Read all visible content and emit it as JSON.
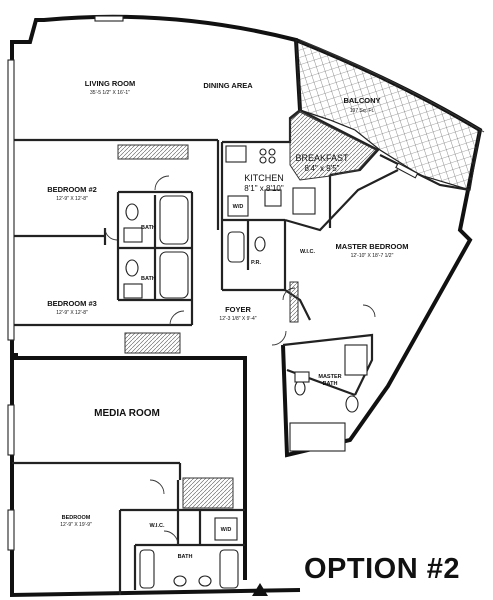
{
  "plan": {
    "living_room": {
      "name": "LIVING ROOM",
      "dims": "35'-5 1/2\" X 16'-1\""
    },
    "dining_area": {
      "name": "DINING AREA"
    },
    "balcony": {
      "name": "BALCONY",
      "area": "197 Sq. Ft."
    },
    "breakfast": {
      "name": "BREAKFAST",
      "dims": "8'4\" x 9'5\""
    },
    "kitchen": {
      "name": "KITCHEN",
      "dims": "8'1\" x 8'10\""
    },
    "bedroom2": {
      "name": "BEDROOM #2",
      "dims": "12'-9\" X 12'-8\""
    },
    "bedroom3": {
      "name": "BEDROOM #3",
      "dims": "12'-9\" X 12'-8\""
    },
    "master_bedroom": {
      "name": "MASTER BEDROOM",
      "dims": "12'-10\" X 18'-7 1/2\""
    },
    "foyer": {
      "name": "FOYER",
      "dims": "12'-3 1/8\" X 9'-4\""
    },
    "master_bath": {
      "line1": "MASTER",
      "line2": "BATH"
    },
    "media_room": {
      "name": "MEDIA ROOM"
    },
    "bedroom": {
      "name": "BEDROOM",
      "dims": "12'-9\" X 19'-9\""
    },
    "bath": "BATH",
    "wic": "W.I.C.",
    "wd": "W/D",
    "pr": "P.R."
  },
  "option_label": "OPTION #2"
}
